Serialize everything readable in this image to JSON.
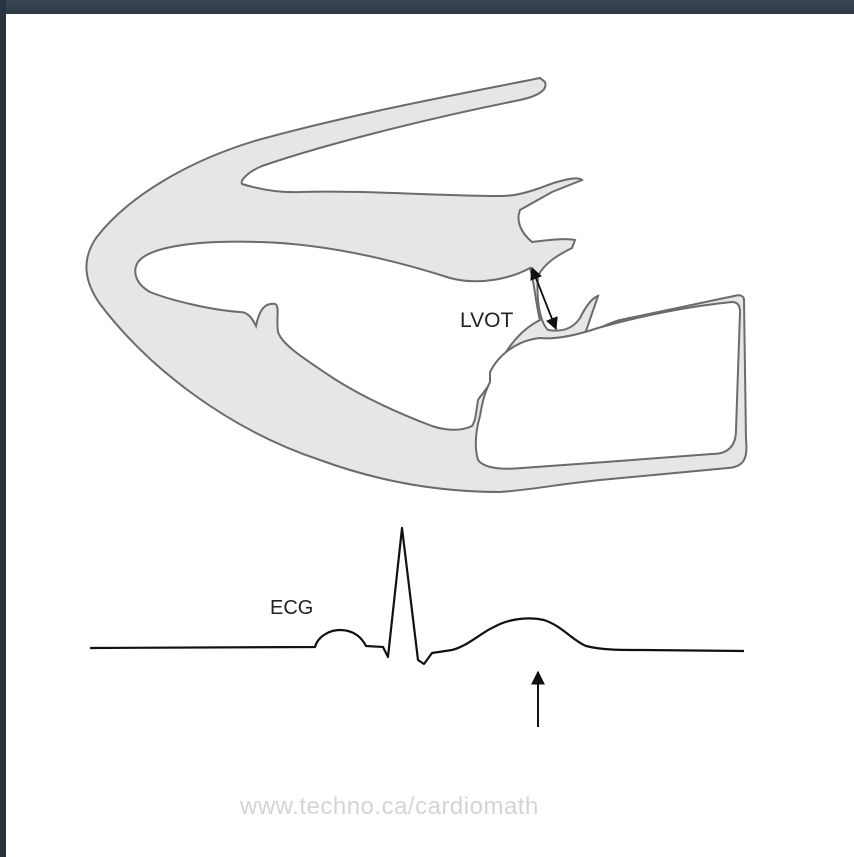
{
  "diagram": {
    "lvot_label": "LVOT",
    "ecg_label": "ECG",
    "watermark": "www.techno.ca/cardiomath"
  },
  "colors": {
    "wall_fill": "#e6e6e6",
    "stroke": "#6b6b6b",
    "ink": "#111111",
    "frame": "#2c3744"
  },
  "icons": {
    "arrow": "up-arrow-icon",
    "measure": "double-arrow-icon"
  }
}
